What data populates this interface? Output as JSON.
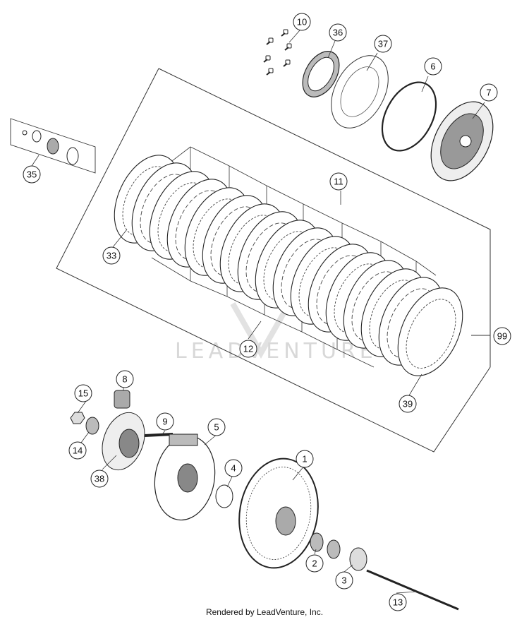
{
  "diagram": {
    "callouts": [
      "1",
      "2",
      "3",
      "4",
      "5",
      "6",
      "7",
      "8",
      "9",
      "10",
      "11",
      "12",
      "13",
      "14",
      "15",
      "33",
      "35",
      "36",
      "37",
      "38",
      "39",
      "99"
    ],
    "watermark": "LEADVENTURE",
    "credit": "Rendered by LeadVenture, Inc."
  }
}
